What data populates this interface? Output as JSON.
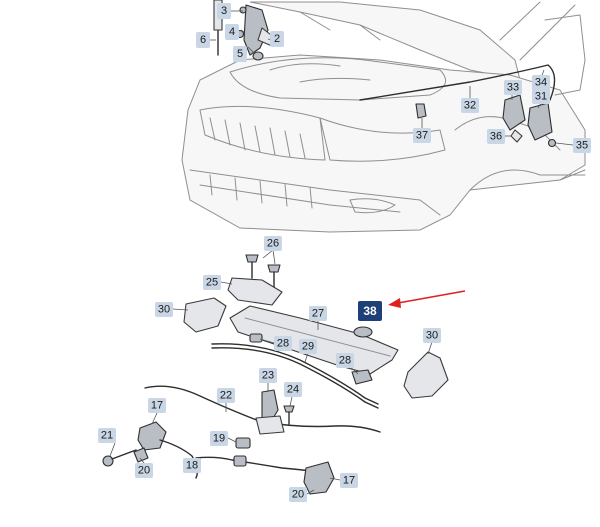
{
  "callouts": {
    "p2": "2",
    "p3": "3",
    "p4": "4",
    "p5": "5",
    "p6": "6",
    "p17a": "17",
    "p17b": "17",
    "p18": "18",
    "p19": "19",
    "p20a": "20",
    "p20b": "20",
    "p21": "21",
    "p22": "22",
    "p23": "23",
    "p24": "24",
    "p25": "25",
    "p26": "26",
    "p27": "27",
    "p28a": "28",
    "p28b": "28",
    "p29": "29",
    "p30a": "30",
    "p30b": "30",
    "p31": "31",
    "p32": "32",
    "p33": "33",
    "p34": "34",
    "p35": "35",
    "p36": "36",
    "p37": "37",
    "p38": "38"
  },
  "colors": {
    "label_fill": "#c9d6e6",
    "highlight_fill": "#1f3f78",
    "arrow": "#e02020"
  }
}
